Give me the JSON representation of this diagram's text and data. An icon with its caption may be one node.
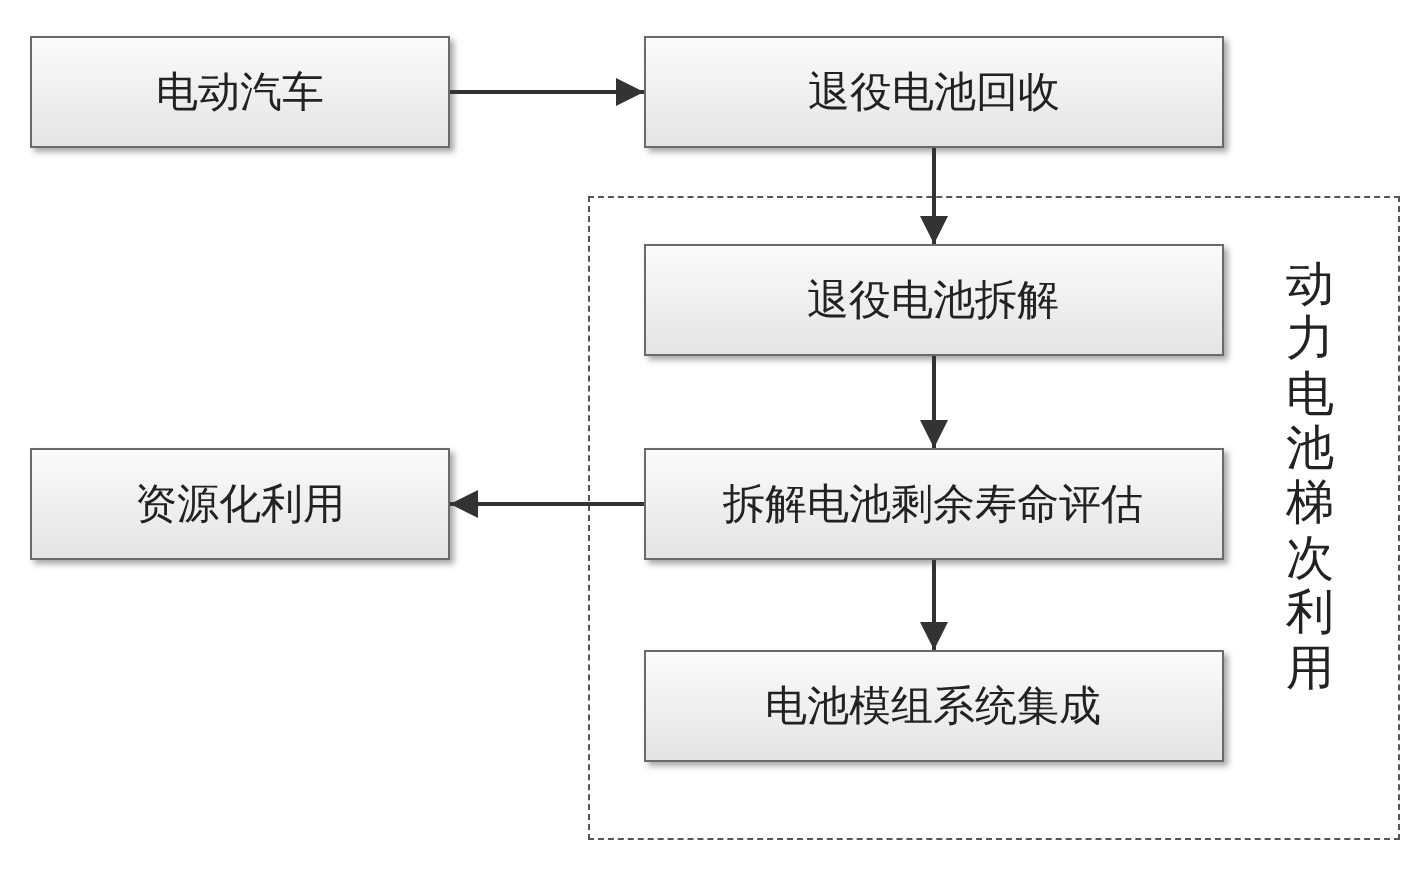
{
  "diagram": {
    "nodes": [
      {
        "text": [
          "电动汽车"
        ]
      },
      {
        "text": [
          "退役电池回收"
        ]
      },
      {
        "text": [
          "动力电池梯次利用"
        ]
      },
      {
        "text": [
          "退役电池拆解"
        ],
        "in": 2
      },
      {
        "text": [
          "资源化利用"
        ]
      },
      {
        "text": [
          "拆解电池剩余寿命评估"
        ],
        "in": 2
      },
      {
        "text": [
          "电池模组系统集成"
        ],
        "in": 2
      }
    ],
    "edges": [
      {
        "from": 0,
        "to": 1,
        "arrow": "to"
      },
      {
        "from": 1,
        "to": 3,
        "arrow": "to"
      },
      {
        "from": 3,
        "to": 5,
        "arrow": "to"
      },
      {
        "from": 5,
        "to": 4,
        "arrow": "to"
      },
      {
        "from": 5,
        "to": 6,
        "arrow": "to"
      }
    ]
  }
}
